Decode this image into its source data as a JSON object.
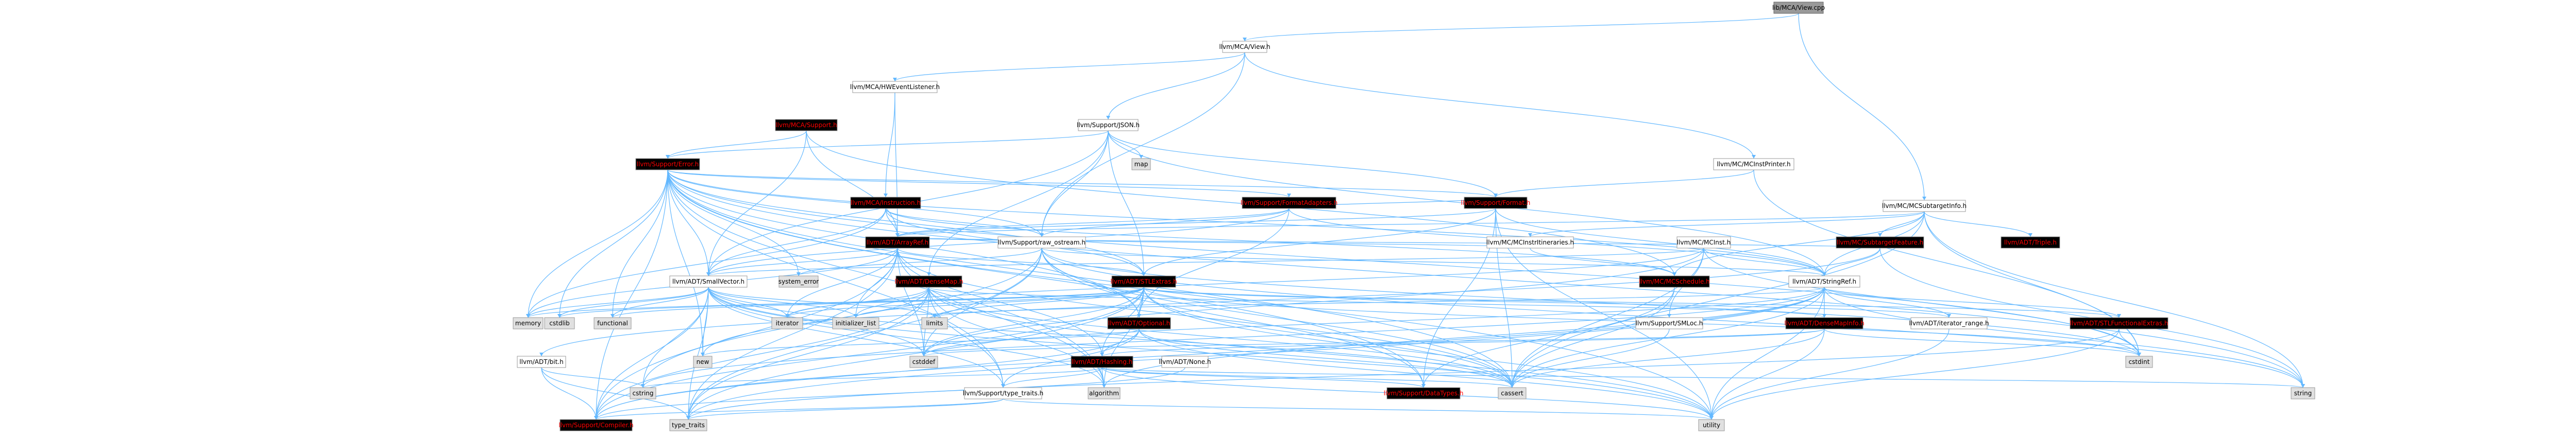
{
  "graph": {
    "nodes": [
      {
        "id": "root",
        "label": "lib/MCA/View.cpp",
        "style": "root"
      },
      {
        "id": "view_h",
        "label": "llvm/MCA/View.h",
        "style": "normal"
      },
      {
        "id": "hwevl",
        "label": "llvm/MCA/HWEventListener.h",
        "style": "normal"
      },
      {
        "id": "json",
        "label": "llvm/Support/JSON.h",
        "style": "normal"
      },
      {
        "id": "mcsub",
        "label": "llvm/MC/MCSubtargetInfo.h",
        "style": "normal"
      },
      {
        "id": "mcip",
        "label": "llvm/MC/MCInstPrinter.h",
        "style": "normal"
      },
      {
        "id": "mcasup",
        "label": "llvm/MCA/Support.h",
        "style": "trunc"
      },
      {
        "id": "map",
        "label": "map",
        "style": "grey"
      },
      {
        "id": "error",
        "label": "llvm/Support/Error.h",
        "style": "trunc"
      },
      {
        "id": "instr",
        "label": "llvm/MCA/Instruction.h",
        "style": "trunc"
      },
      {
        "id": "fmtadapt",
        "label": "llvm/Support/FormatAdapters.h",
        "style": "trunc"
      },
      {
        "id": "format",
        "label": "llvm/Support/Format.h",
        "style": "trunc"
      },
      {
        "id": "mcinsttimeline",
        "label": "llvm/MC/MCInstrItineraries.h",
        "style": "normal"
      },
      {
        "id": "mcinst",
        "label": "llvm/MC/MCInst.h",
        "style": "normal"
      },
      {
        "id": "mcsubfeat",
        "label": "llvm/MC/SubtargetFeature.h",
        "style": "trunc"
      },
      {
        "id": "triple",
        "label": "llvm/ADT/Triple.h",
        "style": "trunc"
      },
      {
        "id": "arrayref",
        "label": "llvm/ADT/ArrayRef.h",
        "style": "trunc"
      },
      {
        "id": "rawos",
        "label": "llvm/Support/raw_ostream.h",
        "style": "normal"
      },
      {
        "id": "mcsched",
        "label": "llvm/MC/MCSchedule.h",
        "style": "trunc"
      },
      {
        "id": "stringref",
        "label": "llvm/ADT/StringRef.h",
        "style": "normal"
      },
      {
        "id": "syserr",
        "label": "system_error",
        "style": "grey"
      },
      {
        "id": "smallvec",
        "label": "llvm/ADT/SmallVector.h",
        "style": "normal"
      },
      {
        "id": "densemap",
        "label": "llvm/ADT/DenseMap.h",
        "style": "trunc"
      },
      {
        "id": "stlext",
        "label": "llvm/ADT/STLExtras.h",
        "style": "trunc"
      },
      {
        "id": "smloc",
        "label": "llvm/Support/SMLoc.h",
        "style": "normal"
      },
      {
        "id": "densemapinfo",
        "label": "llvm/ADT/DenseMapInfo.h",
        "style": "trunc"
      },
      {
        "id": "iterrange",
        "label": "llvm/ADT/iterator_range.h",
        "style": "normal"
      },
      {
        "id": "stlfunc",
        "label": "llvm/ADT/STLFunctionalExtras.h",
        "style": "trunc"
      },
      {
        "id": "memory",
        "label": "memory",
        "style": "grey"
      },
      {
        "id": "cstdlib",
        "label": "cstdlib",
        "style": "grey"
      },
      {
        "id": "functional",
        "label": "functional",
        "style": "grey"
      },
      {
        "id": "iterator",
        "label": "iterator",
        "style": "grey"
      },
      {
        "id": "initlist",
        "label": "initializer_list",
        "style": "grey"
      },
      {
        "id": "limits",
        "label": "limits",
        "style": "grey"
      },
      {
        "id": "optional",
        "label": "llvm/ADT/Optional.h",
        "style": "trunc"
      },
      {
        "id": "new",
        "label": "new",
        "style": "grey"
      },
      {
        "id": "bitadt",
        "label": "llvm/ADT/bit.h",
        "style": "normal"
      },
      {
        "id": "cstddef",
        "label": "cstddef",
        "style": "grey"
      },
      {
        "id": "hashing",
        "label": "llvm/ADT/Hashing.h",
        "style": "trunc"
      },
      {
        "id": "nonehdr",
        "label": "llvm/ADT/None.h",
        "style": "normal"
      },
      {
        "id": "cstdint",
        "label": "cstdint",
        "style": "grey"
      },
      {
        "id": "cstring",
        "label": "cstring",
        "style": "grey"
      },
      {
        "id": "typetraitsh",
        "label": "llvm/Support/type_traits.h",
        "style": "normal"
      },
      {
        "id": "algorithm",
        "label": "algorithm",
        "style": "grey"
      },
      {
        "id": "datatypes",
        "label": "llvm/Support/DataTypes.h",
        "style": "trunc"
      },
      {
        "id": "cassert",
        "label": "cassert",
        "style": "grey"
      },
      {
        "id": "string",
        "label": "string",
        "style": "grey"
      },
      {
        "id": "compiler",
        "label": "llvm/Support/Compiler.h",
        "style": "trunc"
      },
      {
        "id": "typetraits",
        "label": "type_traits",
        "style": "grey"
      },
      {
        "id": "utility",
        "label": "utility",
        "style": "grey"
      }
    ],
    "edges": [
      [
        "root",
        "view_h"
      ],
      [
        "root",
        "mcsub"
      ],
      [
        "view_h",
        "hwevl"
      ],
      [
        "view_h",
        "json"
      ],
      [
        "view_h",
        "mcip"
      ],
      [
        "view_h",
        "rawos"
      ],
      [
        "hwevl",
        "instr"
      ],
      [
        "hwevl",
        "arrayref"
      ],
      [
        "json",
        "map"
      ],
      [
        "json",
        "error"
      ],
      [
        "json",
        "format"
      ],
      [
        "json",
        "rawos"
      ],
      [
        "json",
        "stringref"
      ],
      [
        "json",
        "densemap"
      ],
      [
        "json",
        "smallvec"
      ],
      [
        "json",
        "stlext"
      ],
      [
        "json",
        "cmath"
      ],
      [
        "mcsub",
        "mcinsttimeline"
      ],
      [
        "mcsub",
        "mcsched"
      ],
      [
        "mcsub",
        "mcsubfeat"
      ],
      [
        "mcsub",
        "triple"
      ],
      [
        "mcsub",
        "arrayref"
      ],
      [
        "mcsub",
        "stringref"
      ],
      [
        "mcsub",
        "cassert"
      ],
      [
        "mcsub",
        "cstdint"
      ],
      [
        "mcsub",
        "string"
      ],
      [
        "mcip",
        "format"
      ],
      [
        "mcip",
        "cstdint"
      ],
      [
        "mcasup",
        "error"
      ],
      [
        "mcasup",
        "arrayref"
      ],
      [
        "mcasup",
        "smallvec"
      ],
      [
        "mcasup",
        "mcsched"
      ],
      [
        "error",
        "fmtadapt"
      ],
      [
        "error",
        "format"
      ],
      [
        "error",
        "rawos"
      ],
      [
        "error",
        "stlext"
      ],
      [
        "error",
        "smallvec"
      ],
      [
        "error",
        "syserr"
      ],
      [
        "error",
        "functional"
      ],
      [
        "error",
        "memory"
      ],
      [
        "error",
        "new"
      ],
      [
        "error",
        "cstdint"
      ],
      [
        "error",
        "cstdlib"
      ],
      [
        "error",
        "compiler"
      ],
      [
        "error",
        "datatypes"
      ],
      [
        "error",
        "typetraitsh"
      ],
      [
        "error",
        "algorithm"
      ],
      [
        "error",
        "cassert"
      ],
      [
        "error",
        "string"
      ],
      [
        "error",
        "utility"
      ],
      [
        "error",
        "optional"
      ],
      [
        "error",
        "stringref"
      ],
      [
        "instr",
        "arrayref"
      ],
      [
        "instr",
        "smallvec"
      ],
      [
        "instr",
        "mcsched"
      ],
      [
        "instr",
        "stlext"
      ],
      [
        "instr",
        "rawos"
      ],
      [
        "instr",
        "memory"
      ],
      [
        "fmtadapt",
        "format"
      ],
      [
        "fmtadapt",
        "rawos"
      ],
      [
        "fmtadapt",
        "optional"
      ],
      [
        "fmtadapt",
        "stringref"
      ],
      [
        "fmtadapt",
        "smallvec"
      ],
      [
        "fmtadapt",
        "arrayref"
      ],
      [
        "format",
        "arrayref"
      ],
      [
        "format",
        "stringref"
      ],
      [
        "format",
        "datatypes"
      ],
      [
        "format",
        "cassert"
      ],
      [
        "format",
        "cstdio"
      ],
      [
        "format",
        "tuple"
      ],
      [
        "format",
        "utility"
      ],
      [
        "format",
        "stlext"
      ],
      [
        "mcinsttimeline",
        "mcsched"
      ],
      [
        "mcinsttimeline",
        "arrayref"
      ],
      [
        "mcinst",
        "smloc"
      ],
      [
        "mcinst",
        "stringref"
      ],
      [
        "mcinst",
        "smallvec"
      ],
      [
        "mcinst",
        "cassert"
      ],
      [
        "mcinst",
        "cstddef"
      ],
      [
        "mcinst",
        "cstdint"
      ],
      [
        "mcinst",
        "iterator"
      ],
      [
        "mcsubfeat",
        "stringref"
      ],
      [
        "mcsubfeat",
        "arrayref"
      ],
      [
        "mcsubfeat",
        "bitadt"
      ],
      [
        "mcsubfeat",
        "string"
      ],
      [
        "mcsubfeat",
        "vector"
      ],
      [
        "arrayref",
        "hashing"
      ],
      [
        "arrayref",
        "none"
      ],
      [
        "arrayref",
        "smallvec"
      ],
      [
        "arrayref",
        "stlext"
      ],
      [
        "arrayref",
        "compiler"
      ],
      [
        "arrayref",
        "algorithm"
      ],
      [
        "arrayref",
        "array"
      ],
      [
        "arrayref",
        "cassert"
      ],
      [
        "arrayref",
        "cstddef"
      ],
      [
        "arrayref",
        "initlist"
      ],
      [
        "arrayref",
        "iterator"
      ],
      [
        "arrayref",
        "memory"
      ],
      [
        "arrayref",
        "typetraits"
      ],
      [
        "arrayref",
        "vector"
      ],
      [
        "rawos",
        "stringref"
      ],
      [
        "rawos",
        "datatypes"
      ],
      [
        "rawos",
        "cassert"
      ],
      [
        "rawos",
        "cstddef"
      ],
      [
        "rawos",
        "cstdint"
      ],
      [
        "rawos",
        "cstring"
      ],
      [
        "rawos",
        "string"
      ],
      [
        "rawos",
        "typetraits"
      ],
      [
        "rawos",
        "syserr"
      ],
      [
        "rawos",
        "optional"
      ],
      [
        "mcsched",
        "datatypes"
      ],
      [
        "mcsched",
        "cassert"
      ],
      [
        "stringref",
        "densemapinfo"
      ],
      [
        "stringref",
        "iterrange"
      ],
      [
        "stringref",
        "stlfunc"
      ],
      [
        "stringref",
        "compiler"
      ],
      [
        "stringref",
        "algorithm"
      ],
      [
        "stringref",
        "cassert"
      ],
      [
        "stringref",
        "cstddef"
      ],
      [
        "stringref",
        "cstring"
      ],
      [
        "stringref",
        "limits"
      ],
      [
        "stringref",
        "string"
      ],
      [
        "stringref",
        "typetraits"
      ],
      [
        "stringref",
        "utility"
      ],
      [
        "smallvec",
        "compiler"
      ],
      [
        "smallvec",
        "typetraitsh"
      ],
      [
        "smallvec",
        "algorithm"
      ],
      [
        "smallvec",
        "cassert"
      ],
      [
        "smallvec",
        "cstddef"
      ],
      [
        "smallvec",
        "cstdlib"
      ],
      [
        "smallvec",
        "cstring"
      ],
      [
        "smallvec",
        "functional"
      ],
      [
        "smallvec",
        "initlist"
      ],
      [
        "smallvec",
        "iterator"
      ],
      [
        "smallvec",
        "limits"
      ],
      [
        "smallvec",
        "memory"
      ],
      [
        "smallvec",
        "new"
      ],
      [
        "smallvec",
        "typetraits"
      ],
      [
        "smallvec",
        "utility"
      ],
      [
        "densemap",
        "densemapinfo"
      ],
      [
        "densemap",
        "compiler"
      ],
      [
        "densemap",
        "typetraitsh"
      ],
      [
        "densemap",
        "algorithm"
      ],
      [
        "densemap",
        "cassert"
      ],
      [
        "densemap",
        "cstddef"
      ],
      [
        "densemap",
        "initlist"
      ],
      [
        "densemap",
        "iterator"
      ],
      [
        "densemap",
        "new"
      ],
      [
        "densemap",
        "typetraits"
      ],
      [
        "densemap",
        "utility"
      ],
      [
        "stlext",
        "optional"
      ],
      [
        "stlext",
        "stlfunc"
      ],
      [
        "stlext",
        "iterrange"
      ],
      [
        "stlext",
        "hashing"
      ],
      [
        "stlext",
        "compiler"
      ],
      [
        "stlext",
        "algorithm"
      ],
      [
        "stlext",
        "cassert"
      ],
      [
        "stlext",
        "cstddef"
      ],
      [
        "stlext",
        "cstdint"
      ],
      [
        "stlext",
        "cstdlib"
      ],
      [
        "stlext",
        "functional"
      ],
      [
        "stlext",
        "initlist"
      ],
      [
        "stlext",
        "iterator"
      ],
      [
        "stlext",
        "limits"
      ],
      [
        "stlext",
        "memory"
      ],
      [
        "stlext",
        "typetraits"
      ],
      [
        "stlext",
        "utility"
      ],
      [
        "smloc",
        "none"
      ],
      [
        "smloc",
        "cassert"
      ],
      [
        "densemapinfo",
        "hashing"
      ],
      [
        "densemapinfo",
        "cassert"
      ],
      [
        "densemapinfo",
        "cstddef"
      ],
      [
        "densemapinfo",
        "cstdint"
      ],
      [
        "densemapinfo",
        "utility"
      ],
      [
        "iterrange",
        "utility"
      ],
      [
        "stlfunc",
        "cstdint"
      ],
      [
        "stlfunc",
        "typetraits"
      ],
      [
        "stlfunc",
        "utility"
      ],
      [
        "optional",
        "none"
      ],
      [
        "optional",
        "hashing"
      ],
      [
        "optional",
        "compiler"
      ],
      [
        "optional",
        "typetraitsh"
      ],
      [
        "optional",
        "cassert"
      ],
      [
        "optional",
        "new"
      ],
      [
        "optional",
        "utility"
      ],
      [
        "bitadt",
        "compiler"
      ],
      [
        "bitadt",
        "cstring"
      ],
      [
        "bitadt",
        "typetraits"
      ],
      [
        "hashing",
        "datatypes"
      ],
      [
        "hashing",
        "typetraitsh"
      ],
      [
        "hashing",
        "algorithm"
      ],
      [
        "hashing",
        "cassert"
      ],
      [
        "hashing",
        "cstring"
      ],
      [
        "hashing",
        "string"
      ],
      [
        "hashing",
        "tuple"
      ],
      [
        "hashing",
        "utility"
      ],
      [
        "nonehdr",
        "compiler"
      ],
      [
        "typetraitsh",
        "compiler"
      ],
      [
        "typetraitsh",
        "typetraits"
      ],
      [
        "typetraitsh",
        "utility"
      ]
    ]
  }
}
